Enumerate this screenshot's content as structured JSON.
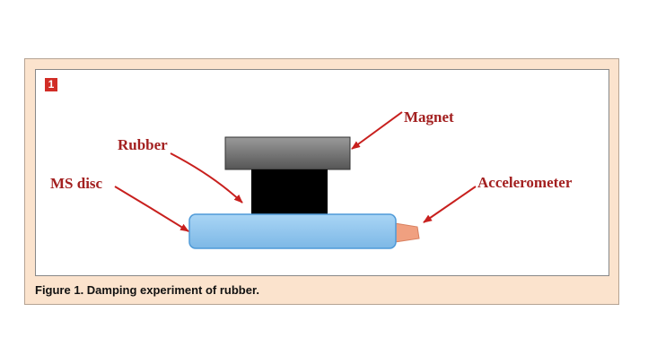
{
  "figure": {
    "badge": "1",
    "caption": "Figure 1. Damping experiment of rubber."
  },
  "diagram": {
    "labels": {
      "magnet": "Magnet",
      "rubber": "Rubber",
      "ms_disc": "MS disc",
      "accelerometer": "Accelerometer"
    },
    "colors": {
      "label": "#a32020",
      "arrow": "#c8201e",
      "magnet": "#6e6e6e",
      "rubber": "#000000",
      "ms_disc": "#8ec6ee",
      "accelerometer": "#f0a080"
    }
  }
}
